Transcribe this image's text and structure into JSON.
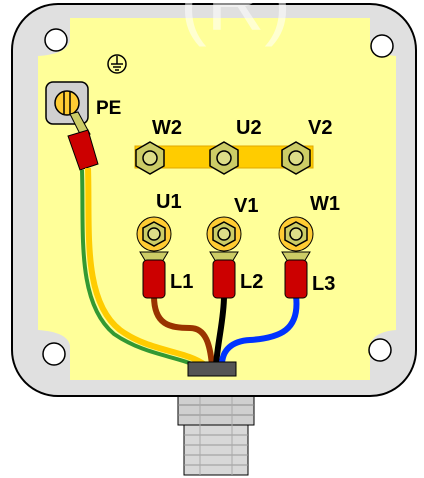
{
  "labels": {
    "earth_symbol": "⏚",
    "pe": "PE",
    "w2": "W2",
    "u2": "U2",
    "v2": "V2",
    "u1": "U1",
    "v1": "V1",
    "w1": "W1",
    "l1": "L1",
    "l2": "L2",
    "l3": "L3"
  },
  "colors": {
    "box_fill": "#e0e0e0",
    "panel_fill": "#ffff99",
    "bridge": "#ffcc00",
    "brass": "#cccc66",
    "ring_gold": "#ffcc33",
    "sleeve_red": "#cc0000",
    "wire_brown": "#993300",
    "wire_black": "#000000",
    "wire_blue": "#0033ff",
    "wire_green": "#339933",
    "wire_yellow": "#ffcc00",
    "gland_grey": "#c8c8c8"
  },
  "watermark": "(R)"
}
